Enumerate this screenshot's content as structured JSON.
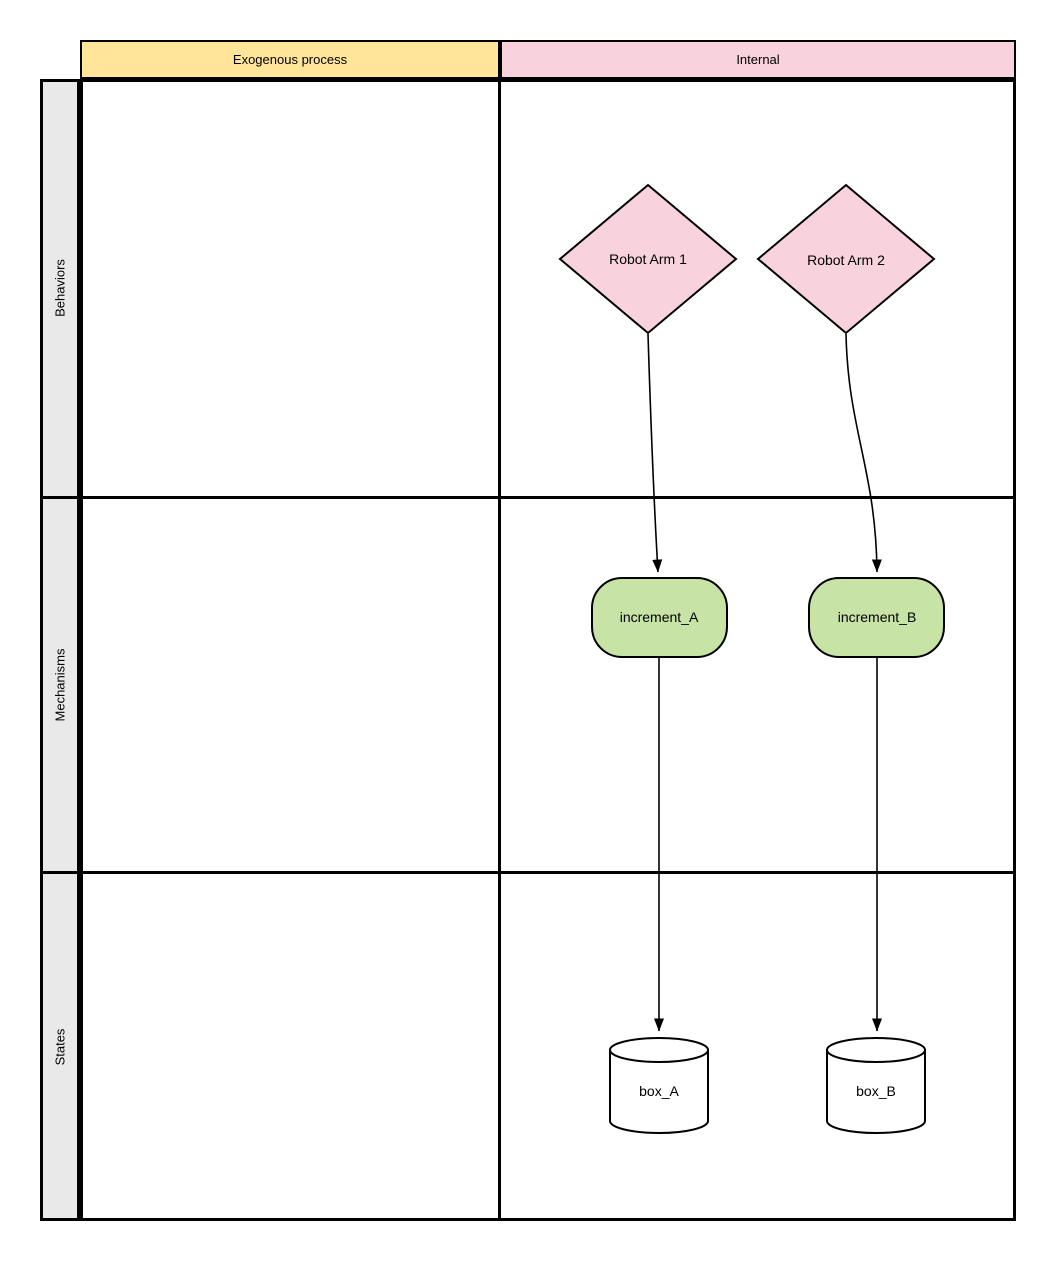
{
  "table": {
    "column_headers": [
      {
        "label": "Exogenous process",
        "fill": "#ffe599"
      },
      {
        "label": "Internal",
        "fill": "#f8d2dc"
      }
    ],
    "row_headers": [
      {
        "label": "Behaviors"
      },
      {
        "label": "Mechanisms"
      },
      {
        "label": "States"
      }
    ]
  },
  "nodes": {
    "robot_arm_1": {
      "label": "Robot Arm 1",
      "shape": "diamond",
      "fill": "#f8d2dc",
      "row": "Behaviors",
      "column": "Internal"
    },
    "robot_arm_2": {
      "label": "Robot Arm 2",
      "shape": "diamond",
      "fill": "#f8d2dc",
      "row": "Behaviors",
      "column": "Internal"
    },
    "increment_a": {
      "label": "increment_A",
      "shape": "rounded-rectangle",
      "fill": "#c7e3a6",
      "row": "Mechanisms",
      "column": "Internal"
    },
    "increment_b": {
      "label": "increment_B",
      "shape": "rounded-rectangle",
      "fill": "#c7e3a6",
      "row": "Mechanisms",
      "column": "Internal"
    },
    "box_a": {
      "label": "box_A",
      "shape": "cylinder",
      "fill": "#ffffff",
      "row": "States",
      "column": "Internal"
    },
    "box_b": {
      "label": "box_B",
      "shape": "cylinder",
      "fill": "#ffffff",
      "row": "States",
      "column": "Internal"
    }
  },
  "edges": [
    {
      "from": "Robot Arm 1",
      "to": "increment_A",
      "style": "curved-arrow"
    },
    {
      "from": "Robot Arm 2",
      "to": "increment_B",
      "style": "curved-arrow"
    },
    {
      "from": "increment_A",
      "to": "box_A",
      "style": "straight-arrow"
    },
    {
      "from": "increment_B",
      "to": "box_B",
      "style": "straight-arrow"
    }
  ],
  "colors": {
    "yellow_header": "#ffe599",
    "pink": "#f8d2dc",
    "green": "#c7e3a6",
    "row_header_gray": "#e9e9e9",
    "border": "#000000",
    "white": "#ffffff"
  }
}
